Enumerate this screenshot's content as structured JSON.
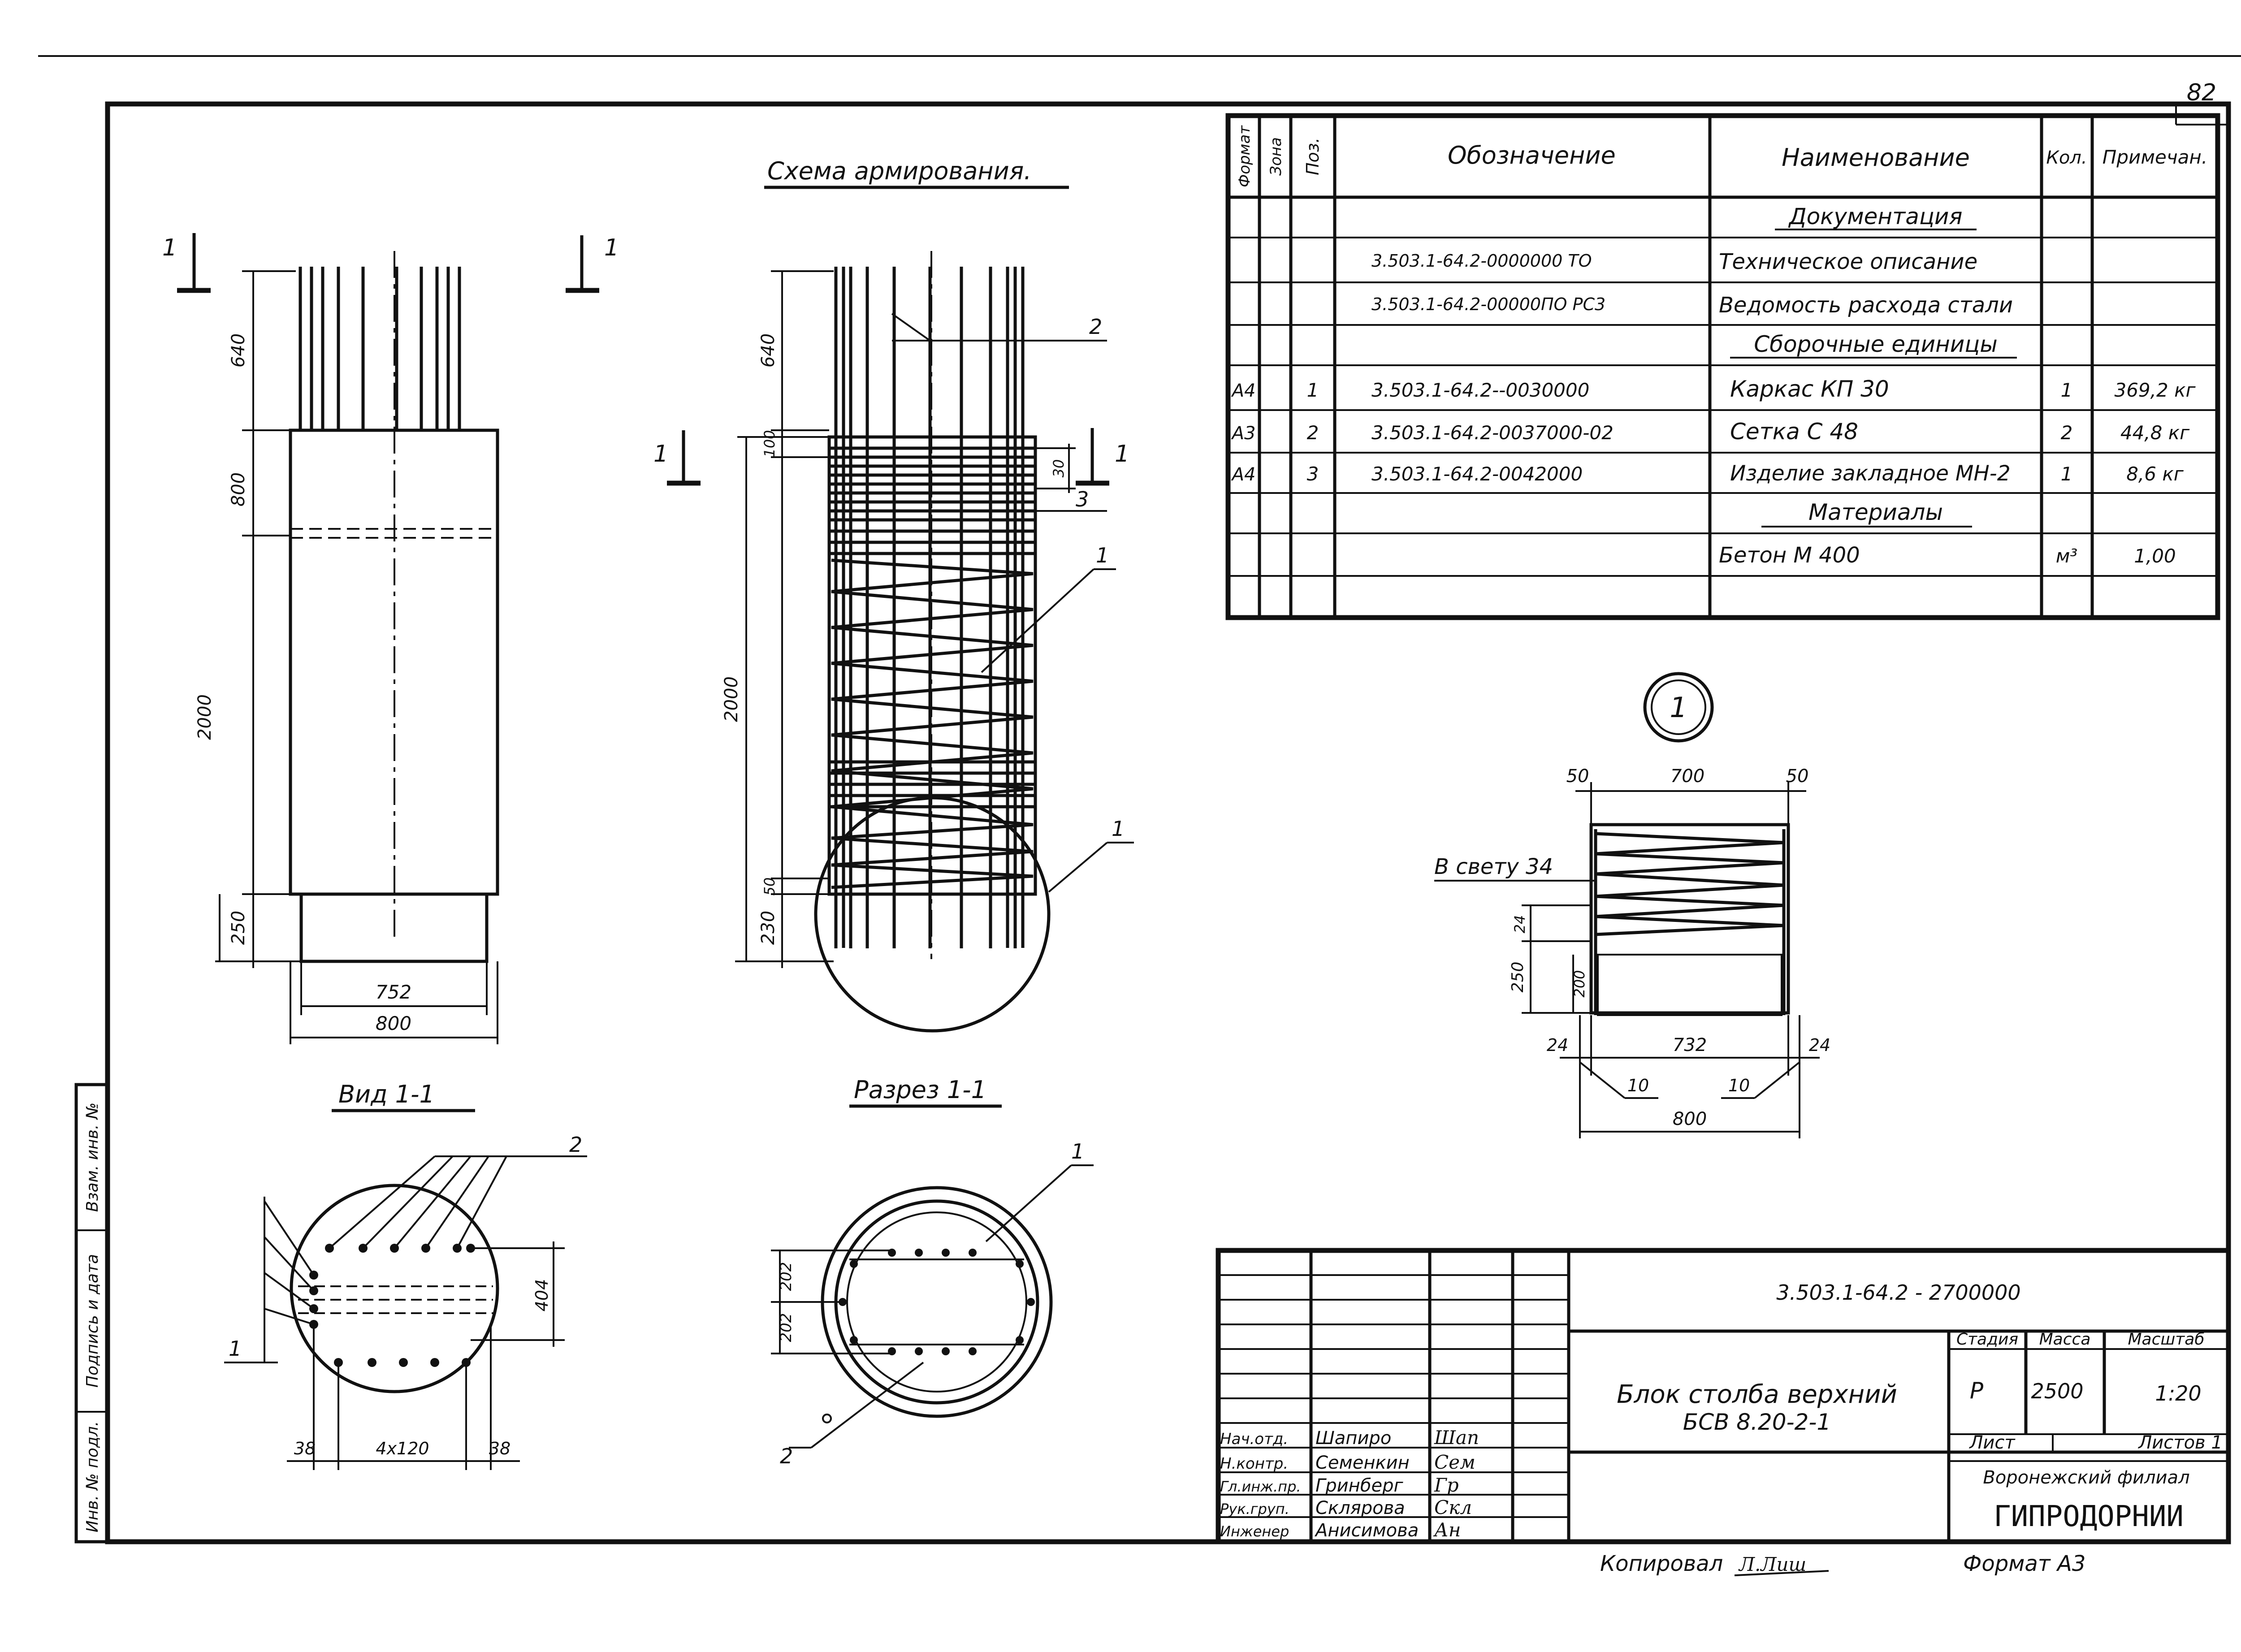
{
  "sheet": {
    "page_number": "82",
    "format_note": "Формат А3",
    "copied_by_label": "Копировал",
    "copied_by_sign": "Л.Лиш"
  },
  "drawings": {
    "facade": {
      "mark_1": "1",
      "dims": {
        "top": "640",
        "band": "800",
        "body": "2000",
        "bottom": "250",
        "inner_width": "752",
        "outer_width": "800"
      }
    },
    "reinforcement": {
      "title": "Схема армирования.",
      "mark_1": "1",
      "dims": {
        "top": "640",
        "d100": "100",
        "body": "2000",
        "d50": "50",
        "bottom": "230",
        "d30": "30"
      },
      "callouts": {
        "p2": "2",
        "p3": "3",
        "p1": "1",
        "node": "1"
      }
    },
    "node_detail": {
      "label": "1",
      "clear_label": "В свету 34",
      "dims": {
        "left50": "50",
        "top700": "700",
        "right50": "50",
        "d24a": "24",
        "d250": "250",
        "d200": "200",
        "left24": "24",
        "d732": "732",
        "right24": "24",
        "d10a": "10",
        "d10b": "10",
        "d800": "800"
      }
    },
    "view_1_1": {
      "title": "Вид 1-1",
      "callouts": {
        "p2": "2",
        "p1": "1"
      },
      "dims": {
        "d404": "404",
        "left38": "38",
        "spacing": "4х120",
        "right38": "38"
      }
    },
    "section_1_1": {
      "title": "Разрез 1-1",
      "callouts": {
        "p1": "1",
        "p2": "2"
      },
      "dims": {
        "d202a": "202",
        "d202b": "202"
      }
    }
  },
  "spec_table": {
    "headers": {
      "format": "Формат",
      "zone": "Зона",
      "pos": "Поз.",
      "designation": "Обозначение",
      "name": "Наименование",
      "qty": "Кол.",
      "note": "Примечан."
    },
    "rows": [
      {
        "format": "",
        "zone": "",
        "pos": "",
        "designation": "",
        "name": "Документация",
        "qty": "",
        "note": "",
        "heading": true
      },
      {
        "format": "",
        "zone": "",
        "pos": "",
        "designation": "3.503.1-64.2-0000000 ТО",
        "name": "Техническое описание",
        "qty": "",
        "note": ""
      },
      {
        "format": "",
        "zone": "",
        "pos": "",
        "designation": "3.503.1-64.2-00000ПО РС3",
        "name": "Ведомость расхода стали",
        "qty": "",
        "note": ""
      },
      {
        "format": "",
        "zone": "",
        "pos": "",
        "designation": "",
        "name": "Сборочные единицы",
        "qty": "",
        "note": "",
        "heading": true
      },
      {
        "format": "А4",
        "zone": "",
        "pos": "1",
        "designation": "3.503.1-64.2--0030000",
        "name": "Каркас КП 30",
        "qty": "1",
        "note": "369,2 кг"
      },
      {
        "format": "А3",
        "zone": "",
        "pos": "2",
        "designation": "3.503.1-64.2-0037000-02",
        "name": "Сетка С 48",
        "qty": "2",
        "note": "44,8 кг"
      },
      {
        "format": "А4",
        "zone": "",
        "pos": "3",
        "designation": "3.503.1-64.2-0042000",
        "name": "Изделие закладное МН-2",
        "qty": "1",
        "note": "8,6 кг"
      },
      {
        "format": "",
        "zone": "",
        "pos": "",
        "designation": "",
        "name": "Материалы",
        "qty": "",
        "note": "",
        "heading": true
      },
      {
        "format": "",
        "zone": "",
        "pos": "",
        "designation": "",
        "name": "Бетон М 400",
        "qty": "м³",
        "note": "1,00"
      },
      {
        "format": "",
        "zone": "",
        "pos": "",
        "designation": "",
        "name": "",
        "qty": "",
        "note": ""
      }
    ]
  },
  "side_stamp": {
    "fields": [
      "Инв. № подл.",
      "Подпись и дата",
      "Взам. инв. №"
    ]
  },
  "title_block": {
    "code": "3.503.1-64.2 - 2700000",
    "name_line1": "Блок столба верхний",
    "name_line2": "БСВ 8.20-2-1",
    "stage_label": "Стадия",
    "mass_label": "Масса",
    "scale_label": "Масштаб",
    "stage": "Р",
    "mass": "2500",
    "scale": "1:20",
    "sheet_label": "Лист",
    "sheets_label": "Листов 1",
    "org_line1": "Воронежский филиал",
    "org_line2": "ГИПРОДОРНИИ",
    "people": [
      {
        "role": "Нач.отд.",
        "name": "Шапиро",
        "sign": "Шап"
      },
      {
        "role": "Н.контр.",
        "name": "Семенкин",
        "sign": "Сем"
      },
      {
        "role": "Гл.инж.пр.",
        "name": "Гринберг",
        "sign": "Гр"
      },
      {
        "role": "Рук.груп.",
        "name": "Склярова",
        "sign": "Скл"
      },
      {
        "role": "Инженер",
        "name": "Анисимова",
        "sign": "Ан"
      }
    ]
  }
}
